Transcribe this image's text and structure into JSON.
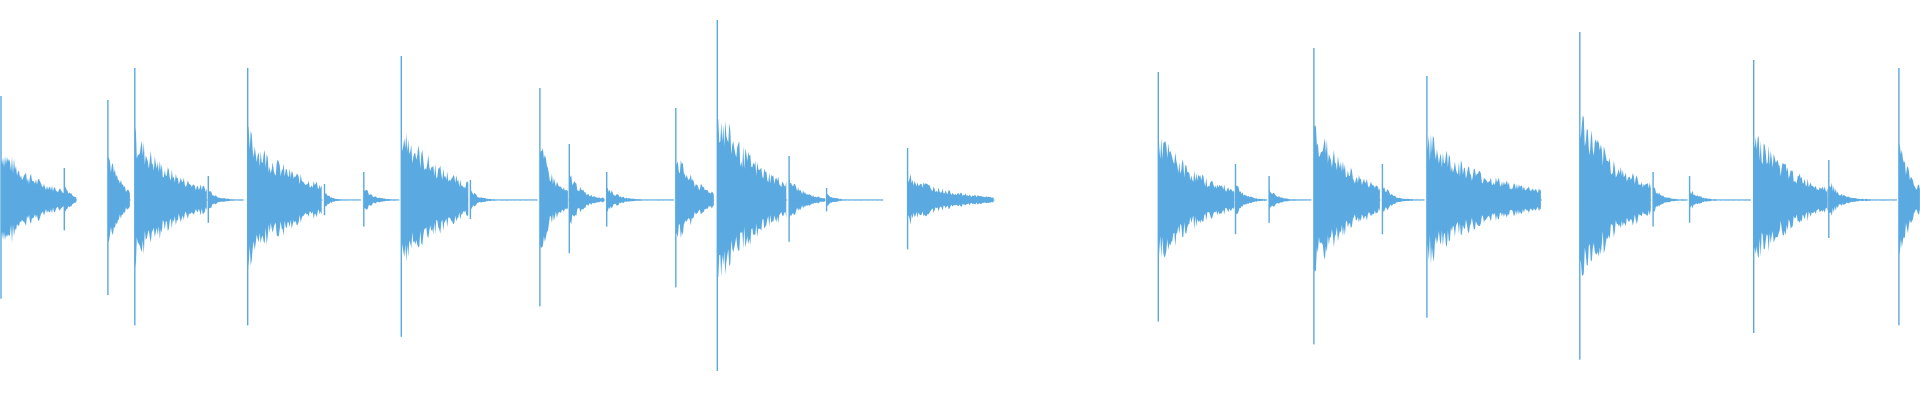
{
  "waveform": {
    "color": "#5aa9e0",
    "background": "#ffffff",
    "centerline_fraction": 0.5,
    "hits": [
      {
        "t": 0.0005,
        "amp": 0.26,
        "decay": 0.018,
        "end": 0.034
      },
      {
        "t": 0.0335,
        "amp": 0.08,
        "decay": 0.004,
        "end": 0.04
      },
      {
        "t": 0.0562,
        "amp": 0.25,
        "decay": 0.006,
        "end": 0.068
      },
      {
        "t": 0.0702,
        "amp": 0.33,
        "decay": 0.02,
        "end": 0.108
      },
      {
        "t": 0.1085,
        "amp": 0.06,
        "decay": 0.004,
        "end": 0.127
      },
      {
        "t": 0.129,
        "amp": 0.33,
        "decay": 0.024,
        "end": 0.168
      },
      {
        "t": 0.169,
        "amp": 0.04,
        "decay": 0.003,
        "end": 0.188
      },
      {
        "t": 0.1895,
        "amp": 0.07,
        "decay": 0.004,
        "end": 0.208
      },
      {
        "t": 0.209,
        "amp": 0.36,
        "decay": 0.022,
        "end": 0.244
      },
      {
        "t": 0.245,
        "amp": 0.05,
        "decay": 0.004,
        "end": 0.28
      },
      {
        "t": 0.2812,
        "amp": 0.28,
        "decay": 0.007,
        "end": 0.296
      },
      {
        "t": 0.2965,
        "amp": 0.14,
        "decay": 0.006,
        "end": 0.315
      },
      {
        "t": 0.316,
        "amp": 0.07,
        "decay": 0.005,
        "end": 0.351
      },
      {
        "t": 0.352,
        "amp": 0.23,
        "decay": 0.01,
        "end": 0.372
      },
      {
        "t": 0.3736,
        "amp": 0.45,
        "decay": 0.02,
        "end": 0.41
      },
      {
        "t": 0.411,
        "amp": 0.11,
        "decay": 0.007,
        "end": 0.43
      },
      {
        "t": 0.4305,
        "amp": 0.03,
        "decay": 0.004,
        "end": 0.46
      },
      {
        "t": 0.4727,
        "amp": 0.13,
        "decay": 0.018,
        "end": 0.518
      },
      {
        "t": 0.6033,
        "amp": 0.32,
        "decay": 0.02,
        "end": 0.643
      },
      {
        "t": 0.6435,
        "amp": 0.09,
        "decay": 0.004,
        "end": 0.66
      },
      {
        "t": 0.661,
        "amp": 0.06,
        "decay": 0.004,
        "end": 0.683
      },
      {
        "t": 0.6843,
        "amp": 0.38,
        "decay": 0.018,
        "end": 0.719
      },
      {
        "t": 0.72,
        "amp": 0.09,
        "decay": 0.004,
        "end": 0.742
      },
      {
        "t": 0.7432,
        "amp": 0.31,
        "decay": 0.03,
        "end": 0.803
      },
      {
        "t": 0.8228,
        "amp": 0.42,
        "decay": 0.02,
        "end": 0.86
      },
      {
        "t": 0.861,
        "amp": 0.07,
        "decay": 0.004,
        "end": 0.879
      },
      {
        "t": 0.88,
        "amp": 0.06,
        "decay": 0.004,
        "end": 0.912
      },
      {
        "t": 0.9134,
        "amp": 0.35,
        "decay": 0.02,
        "end": 0.952
      },
      {
        "t": 0.9525,
        "amp": 0.1,
        "decay": 0.005,
        "end": 0.988
      },
      {
        "t": 0.989,
        "amp": 0.33,
        "decay": 0.006,
        "end": 1.0
      }
    ]
  }
}
